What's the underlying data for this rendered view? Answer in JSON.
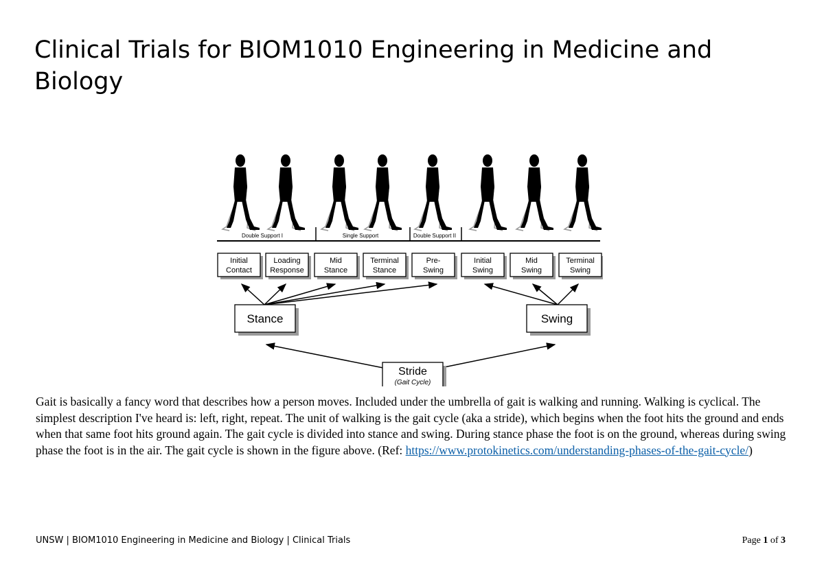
{
  "document": {
    "title": "Clinical Trials for BIOM1010 Engineering in Medicine and Biology",
    "figure": {
      "support_phases": [
        "Double Support I",
        "Single Support",
        "Double Support II"
      ],
      "gait_phases": [
        [
          "Initial",
          "Contact"
        ],
        [
          "Loading",
          "Response"
        ],
        [
          "Mid",
          "Stance"
        ],
        [
          "Terminal",
          "Stance"
        ],
        [
          "Pre-",
          "Swing"
        ],
        [
          "Initial",
          "Swing"
        ],
        [
          "Mid",
          "Swing"
        ],
        [
          "Terminal",
          "Swing"
        ]
      ],
      "stance_label": "Stance",
      "swing_label": "Swing",
      "stride_label": "Stride",
      "stride_sublabel": "(Gait Cycle)"
    },
    "paragraph": {
      "text": "Gait is basically a fancy word that describes how a person moves. Included under the umbrella of gait is walking and running. Walking is cyclical. The simplest description I've heard is: left, right, repeat. The unit of walking is the gait cycle (aka a stride), which begins when the foot hits the ground and ends when that same foot hits ground again. The gait cycle is divided into stance and swing. During stance phase the foot is on the ground, whereas during swing phase the foot is in the air. The gait cycle is shown in the figure above. (Ref: ",
      "link_text": "https://www.protokinetics.com/understanding-phases-of-the-gait-cycle/",
      "closing": ")"
    },
    "footer": {
      "left": "UNSW | BIOM1010 Engineering in Medicine and Biology | Clinical Trials",
      "page_word": "Page",
      "page_current": "1",
      "of_word": "of",
      "page_total": "3"
    }
  }
}
